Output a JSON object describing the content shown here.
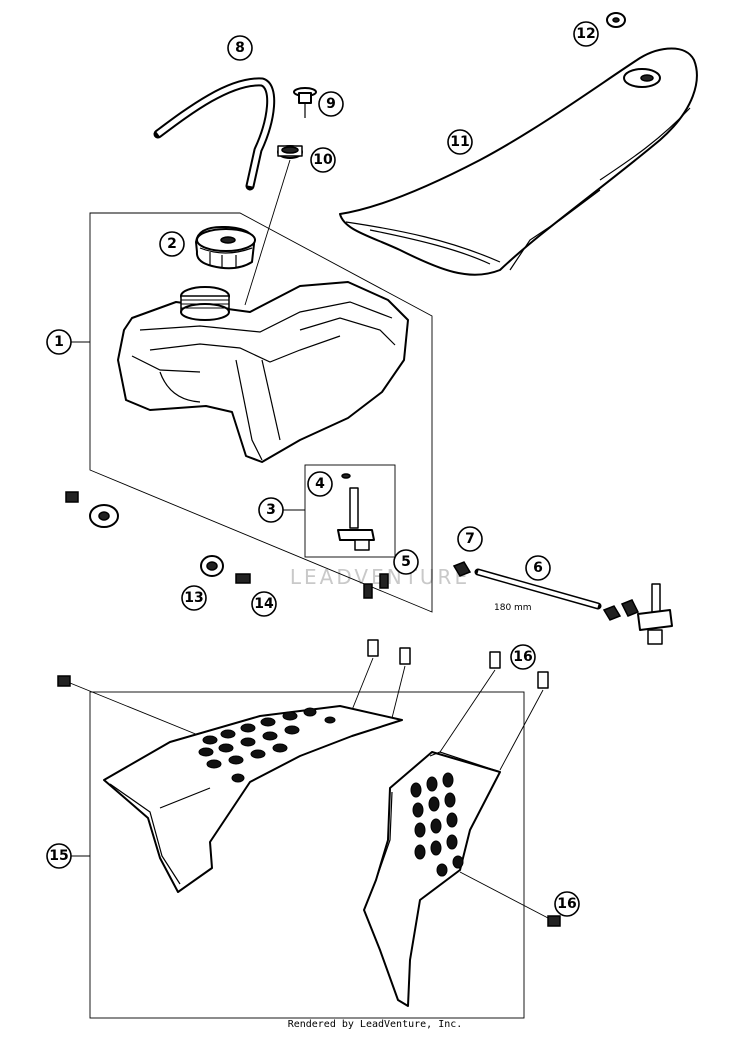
{
  "callouts": {
    "c1": "1",
    "c2": "2",
    "c3": "3",
    "c4": "4",
    "c5": "5",
    "c6": "6",
    "c7": "7",
    "c8": "8",
    "c9": "9",
    "c10": "10",
    "c11": "11",
    "c12": "12",
    "c13": "13",
    "c14": "14",
    "c15": "15",
    "c16a": "16",
    "c16b": "16"
  },
  "hose_length_label": "180 mm",
  "watermark": "LEADVENTURE",
  "footer": "Rendered by LeadVenture, Inc."
}
